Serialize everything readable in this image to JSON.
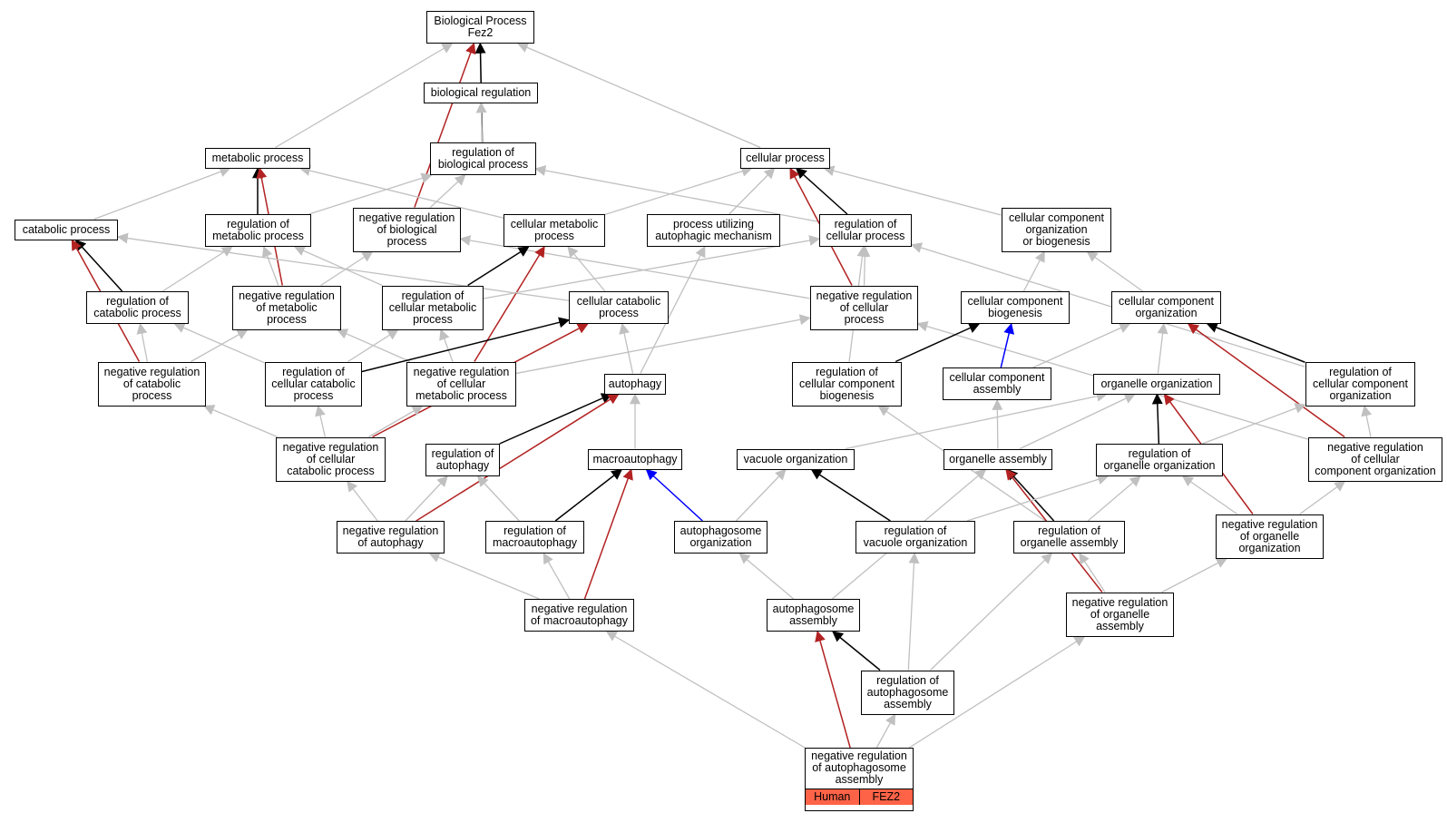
{
  "colors": {
    "gray": "#c0c0c0",
    "black": "#000000",
    "red": "#b22222",
    "blue": "#0000ff",
    "tag": "#ff6347"
  },
  "nodes": {
    "bp_root": "Biological Process\nFez2",
    "biological_regulation": "biological regulation",
    "metabolic_process": "metabolic process",
    "regulation_of_biological_process": "regulation of\nbiological process",
    "cellular_process": "cellular process",
    "catabolic_process": "catabolic process",
    "regulation_of_metabolic_process": "regulation of\nmetabolic process",
    "negative_regulation_of_biological_process": "negative regulation\nof biological\nprocess",
    "cellular_metabolic_process": "cellular metabolic\nprocess",
    "process_utilizing_autophagic_mechanism": "process utilizing\nautophagic mechanism",
    "regulation_of_cellular_process": "regulation of\ncellular process",
    "cellular_component_organization_or_biogenesis": "cellular component\norganization\nor biogenesis",
    "regulation_of_catabolic_process": "regulation of\ncatabolic process",
    "negative_regulation_of_metabolic_process": "negative regulation\nof metabolic\nprocess",
    "regulation_of_cellular_metabolic_process": "regulation of\ncellular metabolic\nprocess",
    "cellular_catabolic_process": "cellular catabolic\nprocess",
    "negative_regulation_of_cellular_process": "negative regulation\nof cellular\nprocess",
    "cellular_component_biogenesis": "cellular component\nbiogenesis",
    "cellular_component_organization": "cellular component\norganization",
    "negative_regulation_of_catabolic_process": "negative regulation\nof catabolic\nprocess",
    "regulation_of_cellular_catabolic_process": "regulation of\ncellular catabolic\nprocess",
    "negative_regulation_of_cellular_metabolic_process": "negative regulation\nof cellular\nmetabolic process",
    "autophagy": "autophagy",
    "regulation_of_cellular_component_biogenesis": "regulation of\ncellular component\nbiogenesis",
    "cellular_component_assembly": "cellular component\nassembly",
    "organelle_organization": "organelle organization",
    "regulation_of_cellular_component_organization": "regulation of\ncellular component\norganization",
    "negative_regulation_of_cellular_catabolic_process": "negative regulation\nof cellular\ncatabolic process",
    "regulation_of_autophagy": "regulation of\nautophagy",
    "macroautophagy": "macroautophagy",
    "vacuole_organization": "vacuole organization",
    "organelle_assembly": "organelle assembly",
    "regulation_of_organelle_organization": "regulation of\norganelle organization",
    "negative_regulation_of_cellular_component_organization": "negative regulation\nof cellular\ncomponent organization",
    "negative_regulation_of_autophagy": "negative regulation\nof autophagy",
    "regulation_of_macroautophagy": "regulation of\nmacroautophagy",
    "autophagosome_organization": "autophagosome\norganization",
    "regulation_of_vacuole_organization": "regulation of\nvacuole organization",
    "regulation_of_organelle_assembly": "regulation of\norganelle assembly",
    "negative_regulation_of_organelle_organization": "negative regulation\nof organelle\norganization",
    "negative_regulation_of_macroautophagy": "negative regulation\nof macroautophagy",
    "autophagosome_assembly": "autophagosome\nassembly",
    "negative_regulation_of_organelle_assembly": "negative regulation\nof organelle\nassembly",
    "regulation_of_autophagosome_assembly": "regulation of\nautophagosome\nassembly",
    "negative_regulation_of_autophagosome_assembly": "negative regulation\nof autophagosome\nassembly"
  },
  "tags": {
    "species": "Human",
    "gene": "FEZ2"
  },
  "edges": [
    [
      "biological_regulation",
      "bp_root",
      "gray"
    ],
    [
      "metabolic_process",
      "bp_root",
      "gray"
    ],
    [
      "regulation_of_biological_process",
      "bp_root",
      "black"
    ],
    [
      "negative_regulation_of_biological_process",
      "bp_root",
      "red"
    ],
    [
      "cellular_process",
      "bp_root",
      "gray"
    ],
    [
      "regulation_of_biological_process",
      "biological_regulation",
      "gray"
    ],
    [
      "regulation_of_metabolic_process",
      "metabolic_process",
      "black"
    ],
    [
      "catabolic_process",
      "metabolic_process",
      "gray"
    ],
    [
      "cellular_metabolic_process",
      "metabolic_process",
      "gray"
    ],
    [
      "negative_regulation_of_metabolic_process",
      "metabolic_process",
      "red"
    ],
    [
      "regulation_of_metabolic_process",
      "regulation_of_biological_process",
      "gray"
    ],
    [
      "negative_regulation_of_biological_process",
      "regulation_of_biological_process",
      "gray"
    ],
    [
      "regulation_of_cellular_process",
      "regulation_of_biological_process",
      "gray"
    ],
    [
      "cellular_metabolic_process",
      "cellular_process",
      "gray"
    ],
    [
      "process_utilizing_autophagic_mechanism",
      "cellular_process",
      "gray"
    ],
    [
      "regulation_of_cellular_process",
      "cellular_process",
      "black"
    ],
    [
      "cellular_component_organization_or_biogenesis",
      "cellular_process",
      "gray"
    ],
    [
      "negative_regulation_of_cellular_process",
      "cellular_process",
      "red"
    ],
    [
      "regulation_of_catabolic_process",
      "catabolic_process",
      "black"
    ],
    [
      "negative_regulation_of_catabolic_process",
      "catabolic_process",
      "red"
    ],
    [
      "cellular_catabolic_process",
      "catabolic_process",
      "gray"
    ],
    [
      "regulation_of_catabolic_process",
      "regulation_of_metabolic_process",
      "gray"
    ],
    [
      "negative_regulation_of_metabolic_process",
      "regulation_of_metabolic_process",
      "gray"
    ],
    [
      "regulation_of_cellular_metabolic_process",
      "regulation_of_metabolic_process",
      "gray"
    ],
    [
      "negative_regulation_of_metabolic_process",
      "negative_regulation_of_biological_process",
      "gray"
    ],
    [
      "negative_regulation_of_cellular_process",
      "negative_regulation_of_biological_process",
      "gray"
    ],
    [
      "regulation_of_cellular_metabolic_process",
      "cellular_metabolic_process",
      "black"
    ],
    [
      "cellular_catabolic_process",
      "cellular_metabolic_process",
      "gray"
    ],
    [
      "negative_regulation_of_cellular_metabolic_process",
      "cellular_metabolic_process",
      "red"
    ],
    [
      "autophagy",
      "process_utilizing_autophagic_mechanism",
      "gray"
    ],
    [
      "regulation_of_cellular_metabolic_process",
      "regulation_of_cellular_process",
      "gray"
    ],
    [
      "negative_regulation_of_cellular_process",
      "regulation_of_cellular_process",
      "gray"
    ],
    [
      "regulation_of_cellular_component_biogenesis",
      "regulation_of_cellular_process",
      "gray"
    ],
    [
      "regulation_of_cellular_component_organization",
      "regulation_of_cellular_process",
      "gray"
    ],
    [
      "cellular_component_biogenesis",
      "cellular_component_organization_or_biogenesis",
      "gray"
    ],
    [
      "cellular_component_organization",
      "cellular_component_organization_or_biogenesis",
      "gray"
    ],
    [
      "negative_regulation_of_catabolic_process",
      "regulation_of_catabolic_process",
      "gray"
    ],
    [
      "regulation_of_cellular_catabolic_process",
      "regulation_of_catabolic_process",
      "gray"
    ],
    [
      "negative_regulation_of_catabolic_process",
      "negative_regulation_of_metabolic_process",
      "gray"
    ],
    [
      "negative_regulation_of_cellular_metabolic_process",
      "negative_regulation_of_metabolic_process",
      "gray"
    ],
    [
      "regulation_of_cellular_catabolic_process",
      "regulation_of_cellular_metabolic_process",
      "gray"
    ],
    [
      "negative_regulation_of_cellular_metabolic_process",
      "regulation_of_cellular_metabolic_process",
      "gray"
    ],
    [
      "regulation_of_cellular_catabolic_process",
      "cellular_catabolic_process",
      "black"
    ],
    [
      "autophagy",
      "cellular_catabolic_process",
      "gray"
    ],
    [
      "negative_regulation_of_cellular_catabolic_process",
      "cellular_catabolic_process",
      "red"
    ],
    [
      "negative_regulation_of_cellular_metabolic_process",
      "negative_regulation_of_cellular_process",
      "gray"
    ],
    [
      "negative_regulation_of_cellular_component_organization",
      "negative_regulation_of_cellular_process",
      "gray"
    ],
    [
      "regulation_of_cellular_component_biogenesis",
      "cellular_component_biogenesis",
      "black"
    ],
    [
      "cellular_component_assembly",
      "cellular_component_biogenesis",
      "blue"
    ],
    [
      "cellular_component_assembly",
      "cellular_component_organization",
      "gray"
    ],
    [
      "organelle_organization",
      "cellular_component_organization",
      "gray"
    ],
    [
      "regulation_of_cellular_component_organization",
      "cellular_component_organization",
      "black"
    ],
    [
      "negative_regulation_of_cellular_component_organization",
      "cellular_component_organization",
      "red"
    ],
    [
      "negative_regulation_of_cellular_catabolic_process",
      "regulation_of_cellular_catabolic_process",
      "gray"
    ],
    [
      "negative_regulation_of_cellular_catabolic_process",
      "negative_regulation_of_catabolic_process",
      "gray"
    ],
    [
      "negative_regulation_of_cellular_catabolic_process",
      "negative_regulation_of_cellular_metabolic_process",
      "gray"
    ],
    [
      "regulation_of_autophagy",
      "autophagy",
      "black"
    ],
    [
      "macroautophagy",
      "autophagy",
      "gray"
    ],
    [
      "negative_regulation_of_autophagy",
      "autophagy",
      "red"
    ],
    [
      "regulation_of_organelle_assembly",
      "regulation_of_cellular_component_biogenesis",
      "gray"
    ],
    [
      "organelle_assembly",
      "cellular_component_assembly",
      "gray"
    ],
    [
      "vacuole_organization",
      "organelle_organization",
      "gray"
    ],
    [
      "organelle_assembly",
      "organelle_organization",
      "gray"
    ],
    [
      "regulation_of_organelle_organization",
      "organelle_organization",
      "black"
    ],
    [
      "negative_regulation_of_organelle_organization",
      "organelle_organization",
      "red"
    ],
    [
      "regulation_of_organelle_organization",
      "regulation_of_cellular_component_organization",
      "gray"
    ],
    [
      "negative_regulation_of_cellular_component_organization",
      "regulation_of_cellular_component_organization",
      "gray"
    ],
    [
      "negative_regulation_of_autophagy",
      "negative_regulation_of_cellular_catabolic_process",
      "gray"
    ],
    [
      "negative_regulation_of_autophagy",
      "regulation_of_autophagy",
      "gray"
    ],
    [
      "regulation_of_macroautophagy",
      "regulation_of_autophagy",
      "gray"
    ],
    [
      "regulation_of_macroautophagy",
      "macroautophagy",
      "black"
    ],
    [
      "autophagosome_organization",
      "macroautophagy",
      "blue"
    ],
    [
      "negative_regulation_of_macroautophagy",
      "macroautophagy",
      "red"
    ],
    [
      "autophagosome_organization",
      "vacuole_organization",
      "gray"
    ],
    [
      "regulation_of_vacuole_organization",
      "vacuole_organization",
      "black"
    ],
    [
      "autophagosome_assembly",
      "organelle_assembly",
      "gray"
    ],
    [
      "regulation_of_organelle_assembly",
      "organelle_assembly",
      "black"
    ],
    [
      "negative_regulation_of_organelle_assembly",
      "organelle_assembly",
      "red"
    ],
    [
      "regulation_of_vacuole_organization",
      "regulation_of_organelle_organization",
      "gray"
    ],
    [
      "regulation_of_organelle_assembly",
      "regulation_of_organelle_organization",
      "gray"
    ],
    [
      "negative_regulation_of_organelle_organization",
      "regulation_of_organelle_organization",
      "gray"
    ],
    [
      "negative_regulation_of_organelle_organization",
      "negative_regulation_of_cellular_component_organization",
      "gray"
    ],
    [
      "negative_regulation_of_macroautophagy",
      "negative_regulation_of_autophagy",
      "gray"
    ],
    [
      "negative_regulation_of_macroautophagy",
      "regulation_of_macroautophagy",
      "gray"
    ],
    [
      "autophagosome_assembly",
      "autophagosome_organization",
      "gray"
    ],
    [
      "regulation_of_autophagosome_assembly",
      "regulation_of_vacuole_organization",
      "gray"
    ],
    [
      "regulation_of_autophagosome_assembly",
      "regulation_of_organelle_assembly",
      "gray"
    ],
    [
      "negative_regulation_of_organelle_assembly",
      "regulation_of_organelle_assembly",
      "gray"
    ],
    [
      "negative_regulation_of_organelle_assembly",
      "negative_regulation_of_organelle_organization",
      "gray"
    ],
    [
      "regulation_of_autophagosome_assembly",
      "autophagosome_assembly",
      "black"
    ],
    [
      "negative_regulation_of_autophagosome_assembly",
      "autophagosome_assembly",
      "red"
    ],
    [
      "negative_regulation_of_autophagosome_assembly",
      "regulation_of_autophagosome_assembly",
      "gray"
    ],
    [
      "negative_regulation_of_autophagosome_assembly",
      "negative_regulation_of_macroautophagy",
      "gray"
    ],
    [
      "negative_regulation_of_autophagosome_assembly",
      "negative_regulation_of_organelle_assembly",
      "gray"
    ]
  ]
}
